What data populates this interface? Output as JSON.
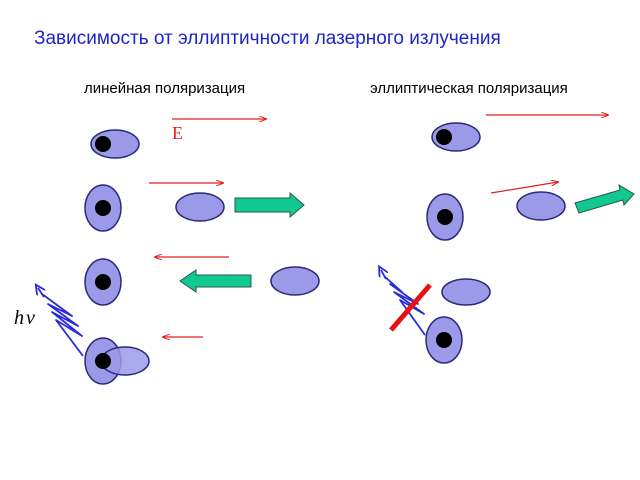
{
  "slide": {
    "title": "Зависимость от эллиптичности лазерного излучения",
    "left_heading": "линейная поляризация",
    "right_heading": "эллиптическая поляризация",
    "field_label": "E",
    "photon_label_h": "h",
    "photon_label_nu": "ν"
  },
  "colors": {
    "title": "#1f24c8",
    "ion_fill": "#9a9ae8",
    "ion_stroke": "#2a2a7a",
    "nucleus": "#000000",
    "field_arrow": "#e02020",
    "momentum_arrow": "#10c890",
    "photon_wave": "#2a2ad8",
    "blocker": "#e81010"
  },
  "icons": [
    "field-vector-arrow",
    "momentum-arrow-icon",
    "photon-wave-icon",
    "blocked-photon-icon"
  ]
}
